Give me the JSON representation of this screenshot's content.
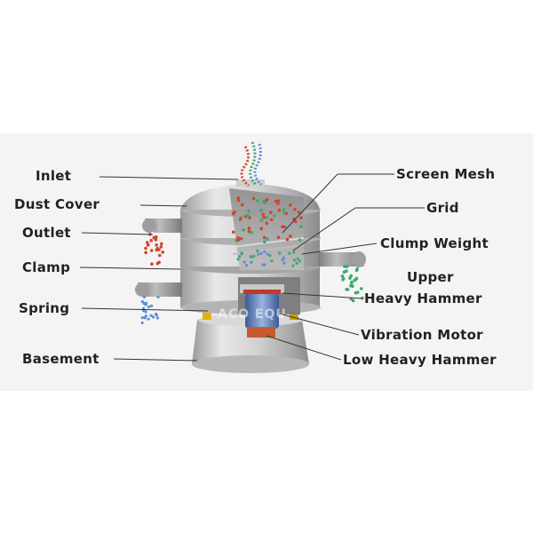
{
  "labels": {
    "inlet": "Inlet",
    "dust_cover": "Dust Cover",
    "outlet": "Outlet",
    "clamp": "Clamp",
    "spring": "Spring",
    "basement": "Basement",
    "screen_mesh": "Screen Mesh",
    "grid": "Grid",
    "clump_weight": "Clump Weight",
    "upper_heavy_hammer_line1": "Upper",
    "upper_heavy_hammer_line2": "Heavy Hammer",
    "vibration_motor": "Vibration Motor",
    "low_heavy_hammer": "Low Heavy Hammer"
  },
  "watermark": "ACO EQU",
  "colors": {
    "background": "#ffffff",
    "band": "#f4f4f4",
    "label_text": "#222222",
    "leader_line": "#333333",
    "steel_light": "#e6e6e6",
    "steel_mid": "#c4c4c4",
    "steel_dark": "#8a8a8a",
    "particle_red": "#d2452b",
    "particle_green": "#3fa86a",
    "particle_blue": "#5a8fd6",
    "motor_blue": "#4a6fb0"
  }
}
